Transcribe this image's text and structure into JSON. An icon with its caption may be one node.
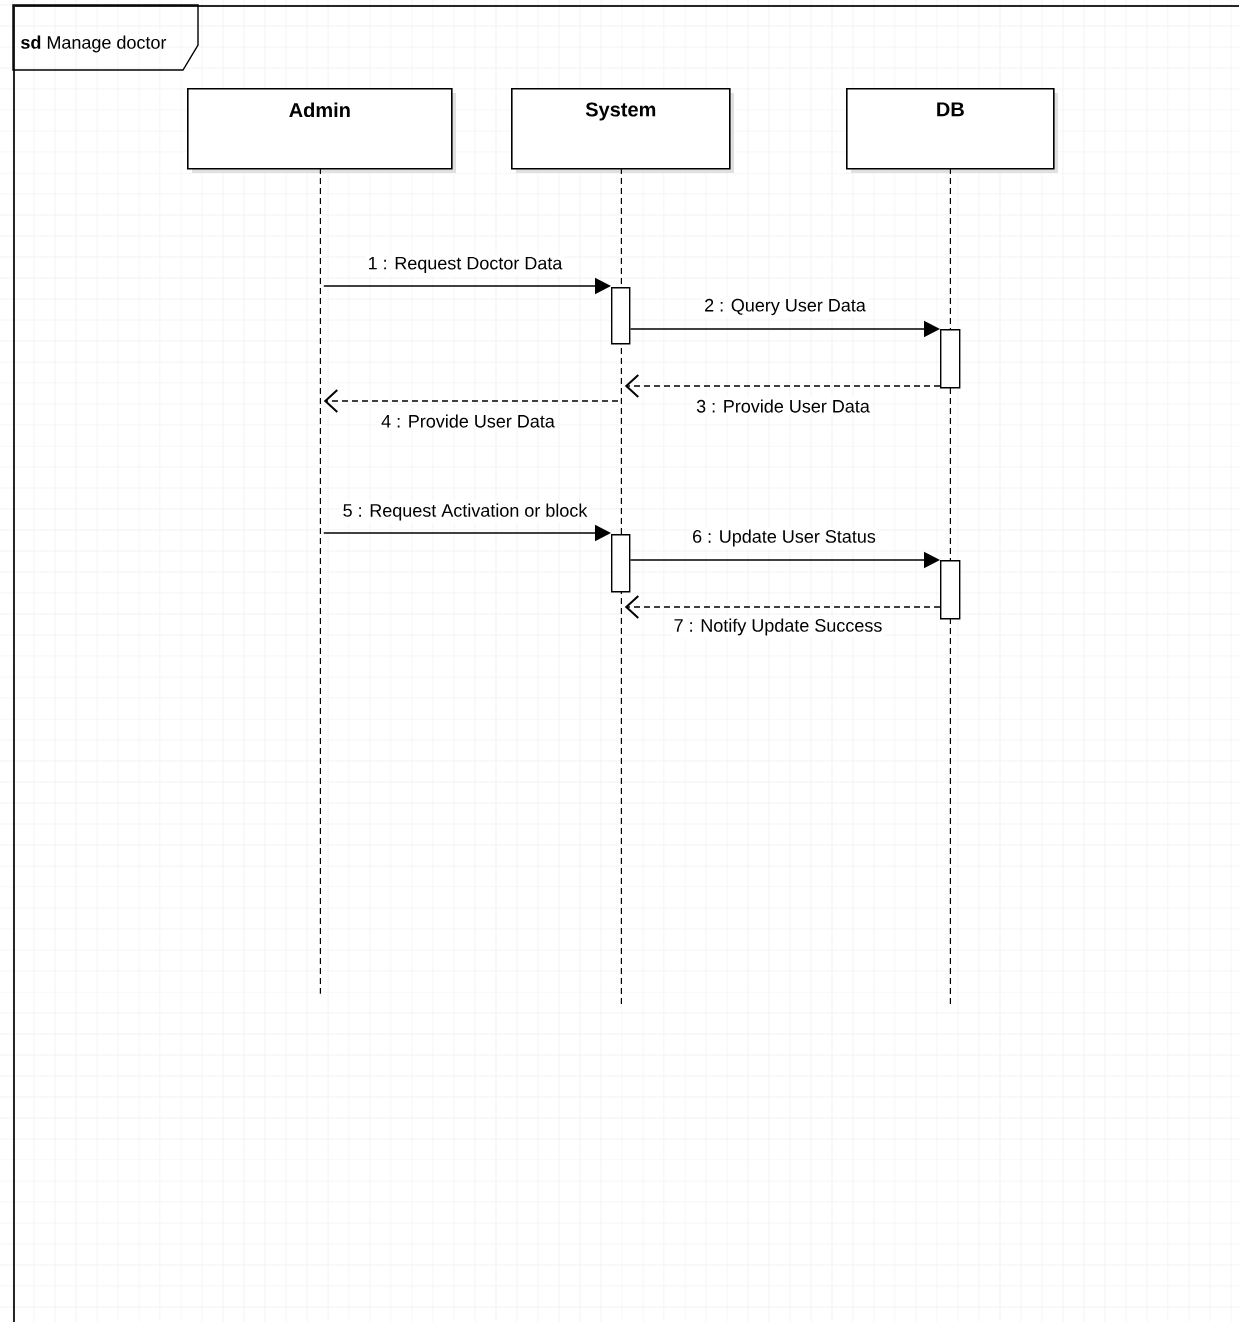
{
  "diagram": {
    "nodes": [
      {
        "text": [
          "**sd** Manage doctor"
        ]
      },
      {
        "text": [
          "Admin"
        ],
        "in": 0
      },
      {
        "text": [
          "System"
        ],
        "in": 0
      },
      {
        "text": [
          "DB"
        ],
        "in": 0
      },
      {
        "text": [],
        "shape": "line",
        "in": 0
      },
      {
        "text": [],
        "shape": "line",
        "in": 0
      },
      {
        "text": [],
        "shape": "line",
        "in": 0
      },
      {
        "text": [],
        "shape": "bar",
        "in": 0
      },
      {
        "text": [],
        "shape": "bar",
        "in": 0
      },
      {
        "text": [],
        "shape": "bar",
        "in": 0
      },
      {
        "text": [],
        "shape": "bar",
        "in": 0
      }
    ],
    "edges": [
      {
        "from": 4,
        "to": 7,
        "arrow": "to",
        "label": "1 : Request Doctor Data"
      },
      {
        "from": 7,
        "to": 8,
        "arrow": "to",
        "label": "2 : Query User Data"
      },
      {
        "from": 8,
        "to": 5,
        "arrow": "to",
        "label": "3 : Provide User Data",
        "style": "dashed"
      },
      {
        "from": 5,
        "to": 4,
        "arrow": "to",
        "label": "4 : Provide User Data",
        "style": "dashed"
      },
      {
        "from": 4,
        "to": 9,
        "arrow": "to",
        "label": "5 : Request Activation or block"
      },
      {
        "from": 9,
        "to": 10,
        "arrow": "to",
        "label": "6 : Update User Status"
      },
      {
        "from": 10,
        "to": 5,
        "arrow": "to",
        "label": "7 : Notify Update Success",
        "style": "dashed"
      }
    ]
  }
}
